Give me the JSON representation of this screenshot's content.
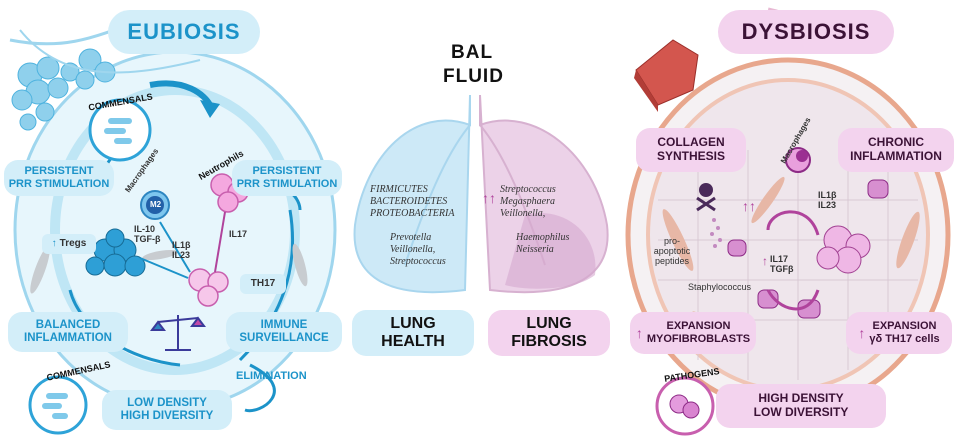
{
  "center": {
    "title_line1": "BAL",
    "title_line2": "FLUID",
    "health_line1": "LUNG",
    "health_line2": "HEALTH",
    "fibrosis_line1": "LUNG",
    "fibrosis_line2": "FIBROSIS",
    "health_phyla": [
      "FIRMICUTES",
      "BACTEROIDETES",
      "PROTEOBACTERIA"
    ],
    "health_genera": [
      "Prevotella",
      "Veillonella,",
      "Streptococcus"
    ],
    "fibrosis_up": [
      "Streptococcus",
      "Megasphaera",
      "Veillonella,"
    ],
    "fibrosis_other": [
      "Haemophilus",
      "Neisseria"
    ]
  },
  "eubiosis": {
    "title": "EUBIOSIS",
    "commensals_top": "COMMENSALS",
    "commensals_bottom": "COMMENSALS",
    "prr_left_1": "PERSISTENT",
    "prr_left_2": "PRR STIMULATION",
    "prr_right_1": "PERSISTENT",
    "prr_right_2": "PRR STIMULATION",
    "macrophages": "Macrophages",
    "m2": "M2",
    "neutrophils": "Neutrophils",
    "il10": "IL-10",
    "tgfb": "TGF-β",
    "il1b": "IL1β",
    "il23": "IL23",
    "il17": "IL17",
    "th17": "TH17",
    "tregs": "Tregs",
    "balanced_1": "BALANCED",
    "balanced_2": "INFLAMMATION",
    "immune_1": "IMMUNE",
    "immune_2": "SURVEILLANCE",
    "elimination": "ELIMINATION",
    "density_1": "LOW DENSITY",
    "density_2": "HIGH DIVERSITY"
  },
  "dysbiosis": {
    "title": "DYSBIOSIS",
    "collagen_1": "COLLAGEN",
    "collagen_2": "SYNTHESIS",
    "chronic_1": "CHRONIC",
    "chronic_2": "INFLAMMATION",
    "macrophages": "Macrophages",
    "il1b": "IL1β",
    "il23": "IL23",
    "proapop_1": "pro-",
    "proapop_2": "apoptotic",
    "proapop_3": "peptides",
    "il17": "IL17",
    "tgfb": "TGFβ",
    "staph": "Staphylococcus",
    "exp_myo_1": "EXPANSION",
    "exp_myo_2": "MYOFIBROBLASTS",
    "exp_th_1": "EXPANSION",
    "exp_th_2": "γδ TH17 cells",
    "pathogens": "PATHOGENS",
    "density_1": "HIGH DENSITY",
    "density_2": "LOW DIVERSITY"
  },
  "colors": {
    "blue_accent": "#1c93c9",
    "blue_fill": "#d3eef9",
    "pink_fill": "#f3d3ee",
    "pink_dark": "#3b1236",
    "magenta": "#b0439c"
  }
}
